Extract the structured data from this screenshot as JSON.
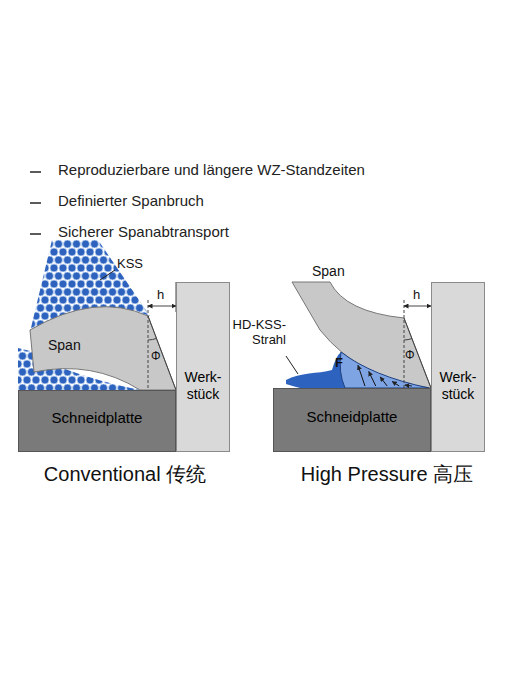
{
  "diagram": {
    "nodes": [
      {
        "text": [
          "Schneidplatte"
        ]
      },
      {
        "text": [
          "Werk-stück"
        ]
      },
      {
        "text": [
          "Schneidplatte"
        ]
      },
      {
        "text": [
          "Werk-stück"
        ]
      }
    ],
    "labels": [
      "Reproduzierbare und längere WZ-Standzeiten",
      "Definierter Spanbruch",
      "Sicherer Spanabtransport",
      "KSS",
      "Span",
      "h",
      "Φ",
      "Span",
      "HD-KSS-Strahl",
      "F",
      "h",
      "Φ",
      "Conventional 传统",
      "High Pressure 高压"
    ]
  }
}
